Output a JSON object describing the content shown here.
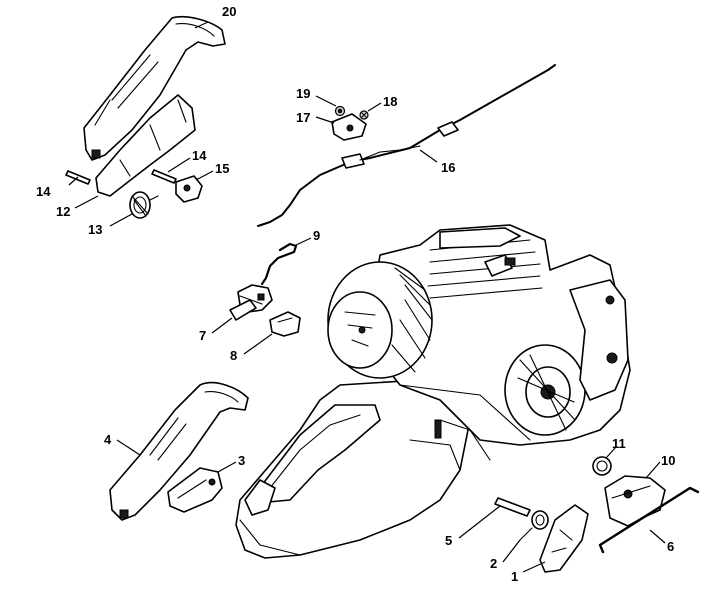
{
  "callouts": [
    {
      "num": "1"
    },
    {
      "num": "2"
    },
    {
      "num": "3"
    },
    {
      "num": "4"
    },
    {
      "num": "5"
    },
    {
      "num": "6"
    },
    {
      "num": "7"
    },
    {
      "num": "8"
    },
    {
      "num": "9"
    },
    {
      "num": "10"
    },
    {
      "num": "11"
    },
    {
      "num": "12"
    },
    {
      "num": "13"
    },
    {
      "num": "14"
    },
    {
      "num": "14"
    },
    {
      "num": "15"
    },
    {
      "num": "16"
    },
    {
      "num": "17"
    },
    {
      "num": "18"
    },
    {
      "num": "19"
    },
    {
      "num": "20"
    }
  ]
}
